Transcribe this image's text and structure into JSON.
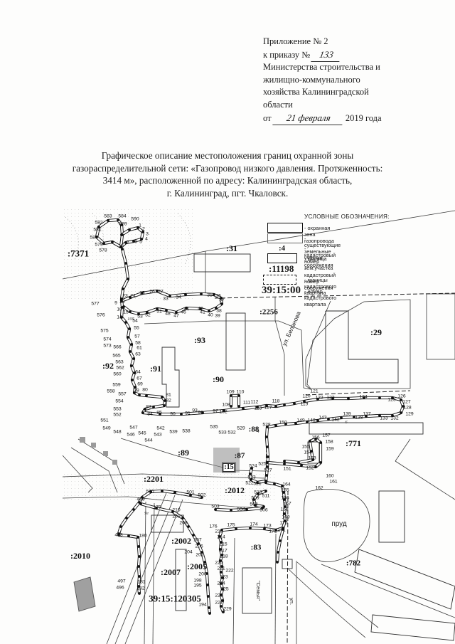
{
  "header": {
    "line1": "Приложение № 2",
    "line2_prefix": "к приказу № ",
    "line2_handwritten": "133",
    "line3": "Министерства строительства и",
    "line4": "жилищно-коммунального",
    "line5": "хозяйства Калининградской",
    "line6": "области",
    "line7_prefix": "от",
    "line7_handwritten": "21 февраля",
    "line7_suffix": "2019 года"
  },
  "title": {
    "line1": "Графическое описание местоположения границ охранной зоны",
    "line2": "газораспределительной сети: «Газопровод низкого давления. Протяженность:",
    "line3": "3414 м», расположенной по адресу: Калининградская область,",
    "line4": "г. Калининград, пгт. Чкаловск."
  },
  "legend": {
    "title": "УСЛОВНЫЕ ОБОЗНАЧЕНИЯ:",
    "samples": {
      "parcel_number": ":4",
      "structure_number": ":11198",
      "quarter_number": "39:15:00"
    },
    "items": [
      {
        "label": "- охранная зона газопровода"
      },
      {
        "label": "- существующие земельные участки"
      },
      {
        "label": "- кадастровый номер зем.участка"
      },
      {
        "label": "- граница сооружения"
      },
      {
        "label": "- кадастровый номер сооружения"
      },
      {
        "label": "- границы кадастрового квартала"
      },
      {
        "label": "- номер кадастрового квартала"
      }
    ]
  },
  "map": {
    "quarter_labels": [
      [
        ":7371",
        110,
        356,
        13
      ],
      [
        ":31",
        326,
        349,
        12
      ],
      [
        ":2256",
        378,
        439,
        11
      ],
      [
        ":29",
        529,
        467,
        12
      ],
      [
        ":93",
        281,
        478,
        12
      ],
      [
        ":92",
        152,
        514,
        12
      ],
      [
        ":91",
        219,
        518,
        12
      ],
      [
        ":90",
        307,
        533,
        12
      ],
      [
        ":88",
        357,
        604,
        11
      ],
      [
        ":89",
        258,
        636,
        12
      ],
      [
        ":87",
        337,
        641,
        11
      ],
      [
        ":771",
        497,
        623,
        12
      ],
      [
        ":2201",
        216,
        673,
        12
      ],
      [
        ":2012",
        330,
        689,
        12
      ],
      [
        ":2010",
        113,
        781,
        12
      ],
      [
        ":2002",
        255,
        760,
        12
      ],
      [
        ":83",
        360,
        770,
        11
      ],
      [
        ":2007",
        240,
        804,
        12
      ],
      [
        ":2005",
        277,
        796,
        12
      ],
      [
        ":782",
        497,
        792,
        11
      ],
      [
        "39:15:120305",
        246,
        841,
        13
      ]
    ],
    "special_labels": [
      [
        ":15",
        322,
        657,
        10
      ]
    ],
    "street_labels": [
      [
        "ул. Беланова",
        410,
        462,
        -66,
        8.5
      ],
      [
        "пруд",
        477,
        737,
        0,
        10
      ],
      [
        "\"Семья\"",
        363,
        830,
        90,
        7.5
      ],
      [
        "ул.",
        410,
        845,
        90,
        7.5
      ]
    ],
    "house_numbers": [
      [
        "105",
        184,
        449
      ],
      [
        "9г",
        206,
        722
      ],
      [
        "6",
        487,
        594
      ],
      [
        "4",
        363,
        607
      ]
    ],
    "points": [
      [
        "583",
        152,
        305
      ],
      [
        "584",
        172,
        305
      ],
      [
        "590",
        190,
        309
      ],
      [
        "582",
        139,
        314
      ],
      [
        "589",
        173,
        316
      ],
      [
        "1",
        197,
        318
      ],
      [
        "2",
        202,
        323
      ],
      [
        "581",
        137,
        324
      ],
      [
        "3",
        207,
        330
      ],
      [
        "4",
        206,
        337
      ],
      [
        "580",
        132,
        335
      ],
      [
        "7",
        180,
        342
      ],
      [
        "6",
        191,
        341
      ],
      [
        "5",
        198,
        341
      ],
      [
        "579",
        139,
        345
      ],
      [
        "8",
        172,
        347
      ],
      [
        "578",
        145,
        353
      ],
      [
        "577",
        134,
        428
      ],
      [
        "9",
        163,
        427
      ],
      [
        "22",
        172,
        425
      ],
      [
        "10",
        168,
        436
      ],
      [
        "15",
        177,
        440
      ],
      [
        "576",
        142,
        444
      ],
      [
        "14",
        168,
        447
      ],
      [
        "23",
        176,
        417
      ],
      [
        "24",
        187,
        417
      ],
      [
        "25",
        200,
        413
      ],
      [
        "26",
        214,
        411
      ],
      [
        "27",
        226,
        411
      ],
      [
        "33",
        233,
        421
      ],
      [
        "34",
        251,
        419
      ],
      [
        "35",
        295,
        416
      ],
      [
        "36",
        307,
        417
      ],
      [
        "37",
        312,
        423
      ],
      [
        "38",
        308,
        438
      ],
      [
        "39",
        306,
        445
      ],
      [
        "40",
        296,
        444
      ],
      [
        "41",
        285,
        440
      ],
      [
        "43",
        282,
        435
      ],
      [
        "44",
        262,
        436
      ],
      [
        "46",
        258,
        440
      ],
      [
        "47",
        248,
        445
      ],
      [
        "48",
        236,
        442
      ],
      [
        "51",
        224,
        439
      ],
      [
        "52",
        208,
        444
      ],
      [
        "53",
        197,
        446
      ],
      [
        "54",
        190,
        452
      ],
      [
        "55",
        192,
        462
      ],
      [
        "57",
        193,
        474
      ],
      [
        "58",
        194,
        483
      ],
      [
        "61",
        196,
        490
      ],
      [
        "63",
        194,
        499
      ],
      [
        "575",
        147,
        466
      ],
      [
        "574",
        151,
        478
      ],
      [
        "573",
        151,
        487
      ],
      [
        "566",
        165,
        489
      ],
      [
        "565",
        164,
        501
      ],
      [
        "563",
        168,
        510
      ],
      [
        "562",
        169,
        518
      ],
      [
        "560",
        165,
        527
      ],
      [
        "64",
        194,
        524
      ],
      [
        "67",
        196,
        533
      ],
      [
        "69",
        197,
        541
      ],
      [
        "559",
        164,
        542
      ],
      [
        "558",
        156,
        551
      ],
      [
        "557",
        172,
        555
      ],
      [
        "79",
        192,
        550
      ],
      [
        "80",
        204,
        549
      ],
      [
        "81",
        237,
        556
      ],
      [
        "82",
        237,
        564
      ],
      [
        "554",
        168,
        565
      ],
      [
        "553",
        165,
        576
      ],
      [
        "552",
        165,
        584
      ],
      [
        "551",
        147,
        592
      ],
      [
        "549",
        150,
        603
      ],
      [
        "548",
        165,
        608
      ],
      [
        "83",
        209,
        573
      ],
      [
        "84",
        211,
        583
      ],
      [
        "85",
        224,
        581
      ],
      [
        "90",
        243,
        583
      ],
      [
        "91",
        264,
        582
      ],
      [
        "93",
        274,
        578
      ],
      [
        "96",
        282,
        581
      ],
      [
        "97",
        303,
        579
      ],
      [
        "102",
        314,
        580
      ],
      [
        "547",
        188,
        602
      ],
      [
        "546",
        184,
        612
      ],
      [
        "545",
        200,
        610
      ],
      [
        "544",
        209,
        620
      ],
      [
        "543",
        222,
        612
      ],
      [
        "542",
        226,
        603
      ],
      [
        "539",
        244,
        608
      ],
      [
        "538",
        262,
        607
      ],
      [
        "535",
        301,
        601
      ],
      [
        "533",
        313,
        609
      ],
      [
        "532",
        326,
        609
      ],
      [
        "529",
        339,
        603
      ],
      [
        "528",
        375,
        598
      ],
      [
        "108",
        318,
        570
      ],
      [
        "109",
        324,
        552
      ],
      [
        "110",
        338,
        552
      ],
      [
        "111",
        347,
        567
      ],
      [
        "112",
        358,
        566
      ],
      [
        "113",
        363,
        575
      ],
      [
        "117",
        377,
        574
      ],
      [
        "118",
        388,
        565
      ],
      [
        "119",
        428,
        569
      ],
      [
        "120",
        431,
        558
      ],
      [
        "121",
        442,
        551
      ],
      [
        "122",
        449,
        560
      ],
      [
        "123",
        465,
        560
      ],
      [
        "124",
        511,
        559
      ],
      [
        "125",
        551,
        563
      ],
      [
        "126",
        565,
        558
      ],
      [
        "127",
        572,
        566
      ],
      [
        "128",
        573,
        574
      ],
      [
        "129",
        576,
        583
      ],
      [
        "132",
        555,
        589
      ],
      [
        "133",
        540,
        589
      ],
      [
        "137",
        516,
        583
      ],
      [
        "138",
        505,
        588
      ],
      [
        "139",
        488,
        583
      ],
      [
        "142",
        472,
        591
      ],
      [
        "143",
        454,
        588
      ],
      [
        "148",
        438,
        592
      ],
      [
        "149",
        423,
        592
      ],
      [
        "150",
        398,
        595
      ],
      [
        "156",
        444,
        616
      ],
      [
        "157",
        459,
        613
      ],
      [
        "158",
        463,
        622
      ],
      [
        "155",
        430,
        629
      ],
      [
        "159",
        464,
        632
      ],
      [
        "154",
        433,
        637
      ],
      [
        "153",
        439,
        645
      ],
      [
        "152",
        436,
        659
      ],
      [
        "151",
        404,
        660
      ],
      [
        "160",
        464,
        670
      ],
      [
        "161",
        469,
        678
      ],
      [
        "162",
        449,
        687
      ],
      [
        "525",
        369,
        653
      ],
      [
        "524",
        356,
        656
      ],
      [
        "527",
        377,
        662
      ],
      [
        "523",
        354,
        672
      ],
      [
        "522",
        351,
        680
      ],
      [
        "521",
        362,
        681
      ],
      [
        "500",
        211,
        692
      ],
      [
        "501",
        268,
        693
      ],
      [
        "502",
        284,
        697
      ],
      [
        "503",
        303,
        713
      ],
      [
        "504",
        339,
        717
      ],
      [
        "508",
        357,
        710
      ],
      [
        "509",
        359,
        701
      ],
      [
        "511",
        374,
        698
      ],
      [
        "513",
        363,
        693
      ],
      [
        "506",
        371,
        718
      ],
      [
        "164",
        403,
        682
      ],
      [
        "165",
        401,
        690
      ],
      [
        "166",
        401,
        701
      ],
      [
        "167",
        404,
        709
      ],
      [
        "168",
        400,
        717
      ],
      [
        "169",
        402,
        728
      ],
      [
        "170",
        399,
        736
      ],
      [
        "171",
        396,
        746
      ],
      [
        "172",
        384,
        748
      ],
      [
        "173",
        376,
        740
      ],
      [
        "174",
        357,
        738
      ],
      [
        "175",
        325,
        739
      ],
      [
        "176",
        300,
        741
      ],
      [
        "179",
        221,
        714
      ],
      [
        "210",
        248,
        718
      ],
      [
        "209",
        248,
        727
      ],
      [
        "208",
        258,
        736
      ],
      [
        "207",
        278,
        760
      ],
      [
        "206",
        280,
        769
      ],
      [
        "204",
        265,
        777
      ],
      [
        "201",
        281,
        781
      ],
      [
        "213",
        308,
        748
      ],
      [
        "214",
        311,
        756
      ],
      [
        "215",
        314,
        766
      ],
      [
        "217",
        314,
        775
      ],
      [
        "218",
        315,
        783
      ],
      [
        "220",
        308,
        792
      ],
      [
        "221",
        311,
        800
      ],
      [
        "222",
        323,
        803
      ],
      [
        "223",
        315,
        812
      ],
      [
        "224",
        311,
        821
      ],
      [
        "225",
        316,
        829
      ],
      [
        "226",
        308,
        838
      ],
      [
        "227",
        308,
        848
      ],
      [
        "229",
        320,
        857
      ],
      [
        "200",
        285,
        808
      ],
      [
        "198",
        278,
        817
      ],
      [
        "195",
        278,
        824
      ],
      [
        "194",
        285,
        851
      ],
      [
        "499",
        198,
        703
      ],
      [
        "498",
        167,
        753
      ],
      [
        "180",
        201,
        754
      ],
      [
        "497",
        171,
        818
      ],
      [
        "496",
        169,
        827
      ],
      [
        "181",
        199,
        819
      ],
      [
        "182",
        198,
        828
      ]
    ]
  },
  "colors": {
    "ink": "#1b1b1b",
    "paper": "#fdfdfc"
  }
}
